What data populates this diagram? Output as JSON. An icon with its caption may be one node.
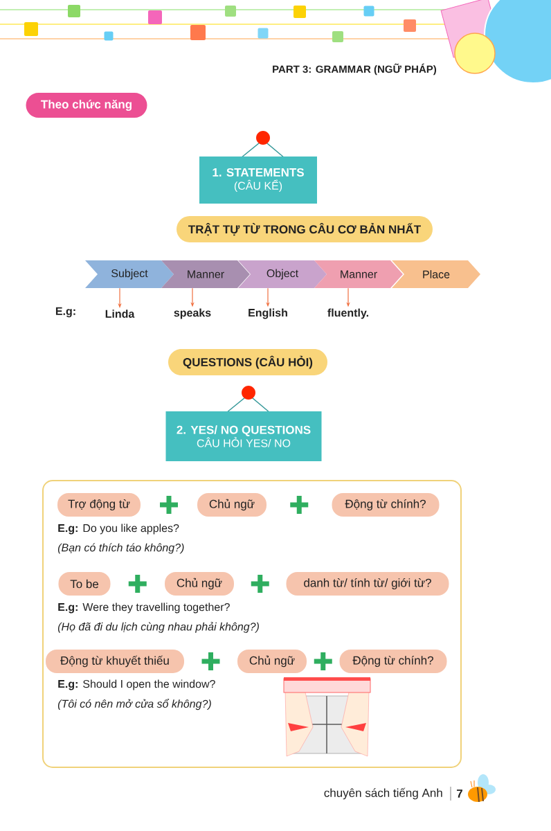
{
  "diagram": {
    "nodes": [
      {
        "text": [
          "Theo chức năng"
        ]
      },
      {
        "text": [
          "1. STATEMENTS",
          "(CÂU KỂ)"
        ]
      },
      {
        "text": [
          "TRẬT TỰ TỪ TRONG CÂU CƠ BẢN NHẤT"
        ]
      },
      {
        "text": [
          "Subject"
        ]
      },
      {
        "text": [
          "Manner"
        ]
      },
      {
        "text": [
          "Object"
        ]
      },
      {
        "text": [
          "Manner"
        ]
      },
      {
        "text": [
          "Place"
        ]
      },
      {
        "text": [
          "Linda"
        ]
      },
      {
        "text": [
          "speaks"
        ]
      },
      {
        "text": [
          "English"
        ]
      },
      {
        "text": [
          "fluently."
        ]
      },
      {
        "text": [
          "QUESTIONS (CÂU HỎI)"
        ]
      },
      {
        "text": [
          "2. YES/ NO QUESTIONS",
          "CÂU HỎI YES/ NO"
        ]
      },
      {
        "text": [],
        "shape": "box"
      },
      {
        "text": [
          "Trợ động từ"
        ],
        "in": 14
      },
      {
        "text": [
          "Chủ ngữ"
        ],
        "in": 14
      },
      {
        "text": [
          "Động từ chính?"
        ],
        "in": 14
      },
      {
        "text": [
          "To be"
        ],
        "in": 14
      },
      {
        "text": [
          "Chủ ngữ"
        ],
        "in": 14
      },
      {
        "text": [
          "danh từ/ tính từ/ giới từ?"
        ],
        "in": 14
      },
      {
        "text": [
          "Động từ khuyết thiếu"
        ],
        "in": 14
      },
      {
        "text": [
          "Chủ ngữ"
        ],
        "in": 14
      },
      {
        "text": [
          "Động từ chính?"
        ],
        "in": 14
      }
    ],
    "edges": [
      {
        "from": 3,
        "to": 8,
        "arrow": "to"
      },
      {
        "from": 4,
        "to": 9,
        "arrow": "to"
      },
      {
        "from": 5,
        "to": 10,
        "arrow": "to"
      },
      {
        "from": 6,
        "to": 11,
        "arrow": "to"
      }
    ],
    "labels": [
      "PART 3: GRAMMAR (NGỮ PHÁP)",
      "E.g:",
      "**E.g:** Do you like apples?",
      "(Bạn có thích táo không?)",
      "**E.g:** Were they travelling together?",
      "(Họ đã đi du lịch cùng nhau phải không?)",
      "**E.g:** Should I open the window?",
      "(Tôi có nên mở cửa sổ không?)",
      "chuyên sách tiếng Anh",
      "7"
    ]
  }
}
